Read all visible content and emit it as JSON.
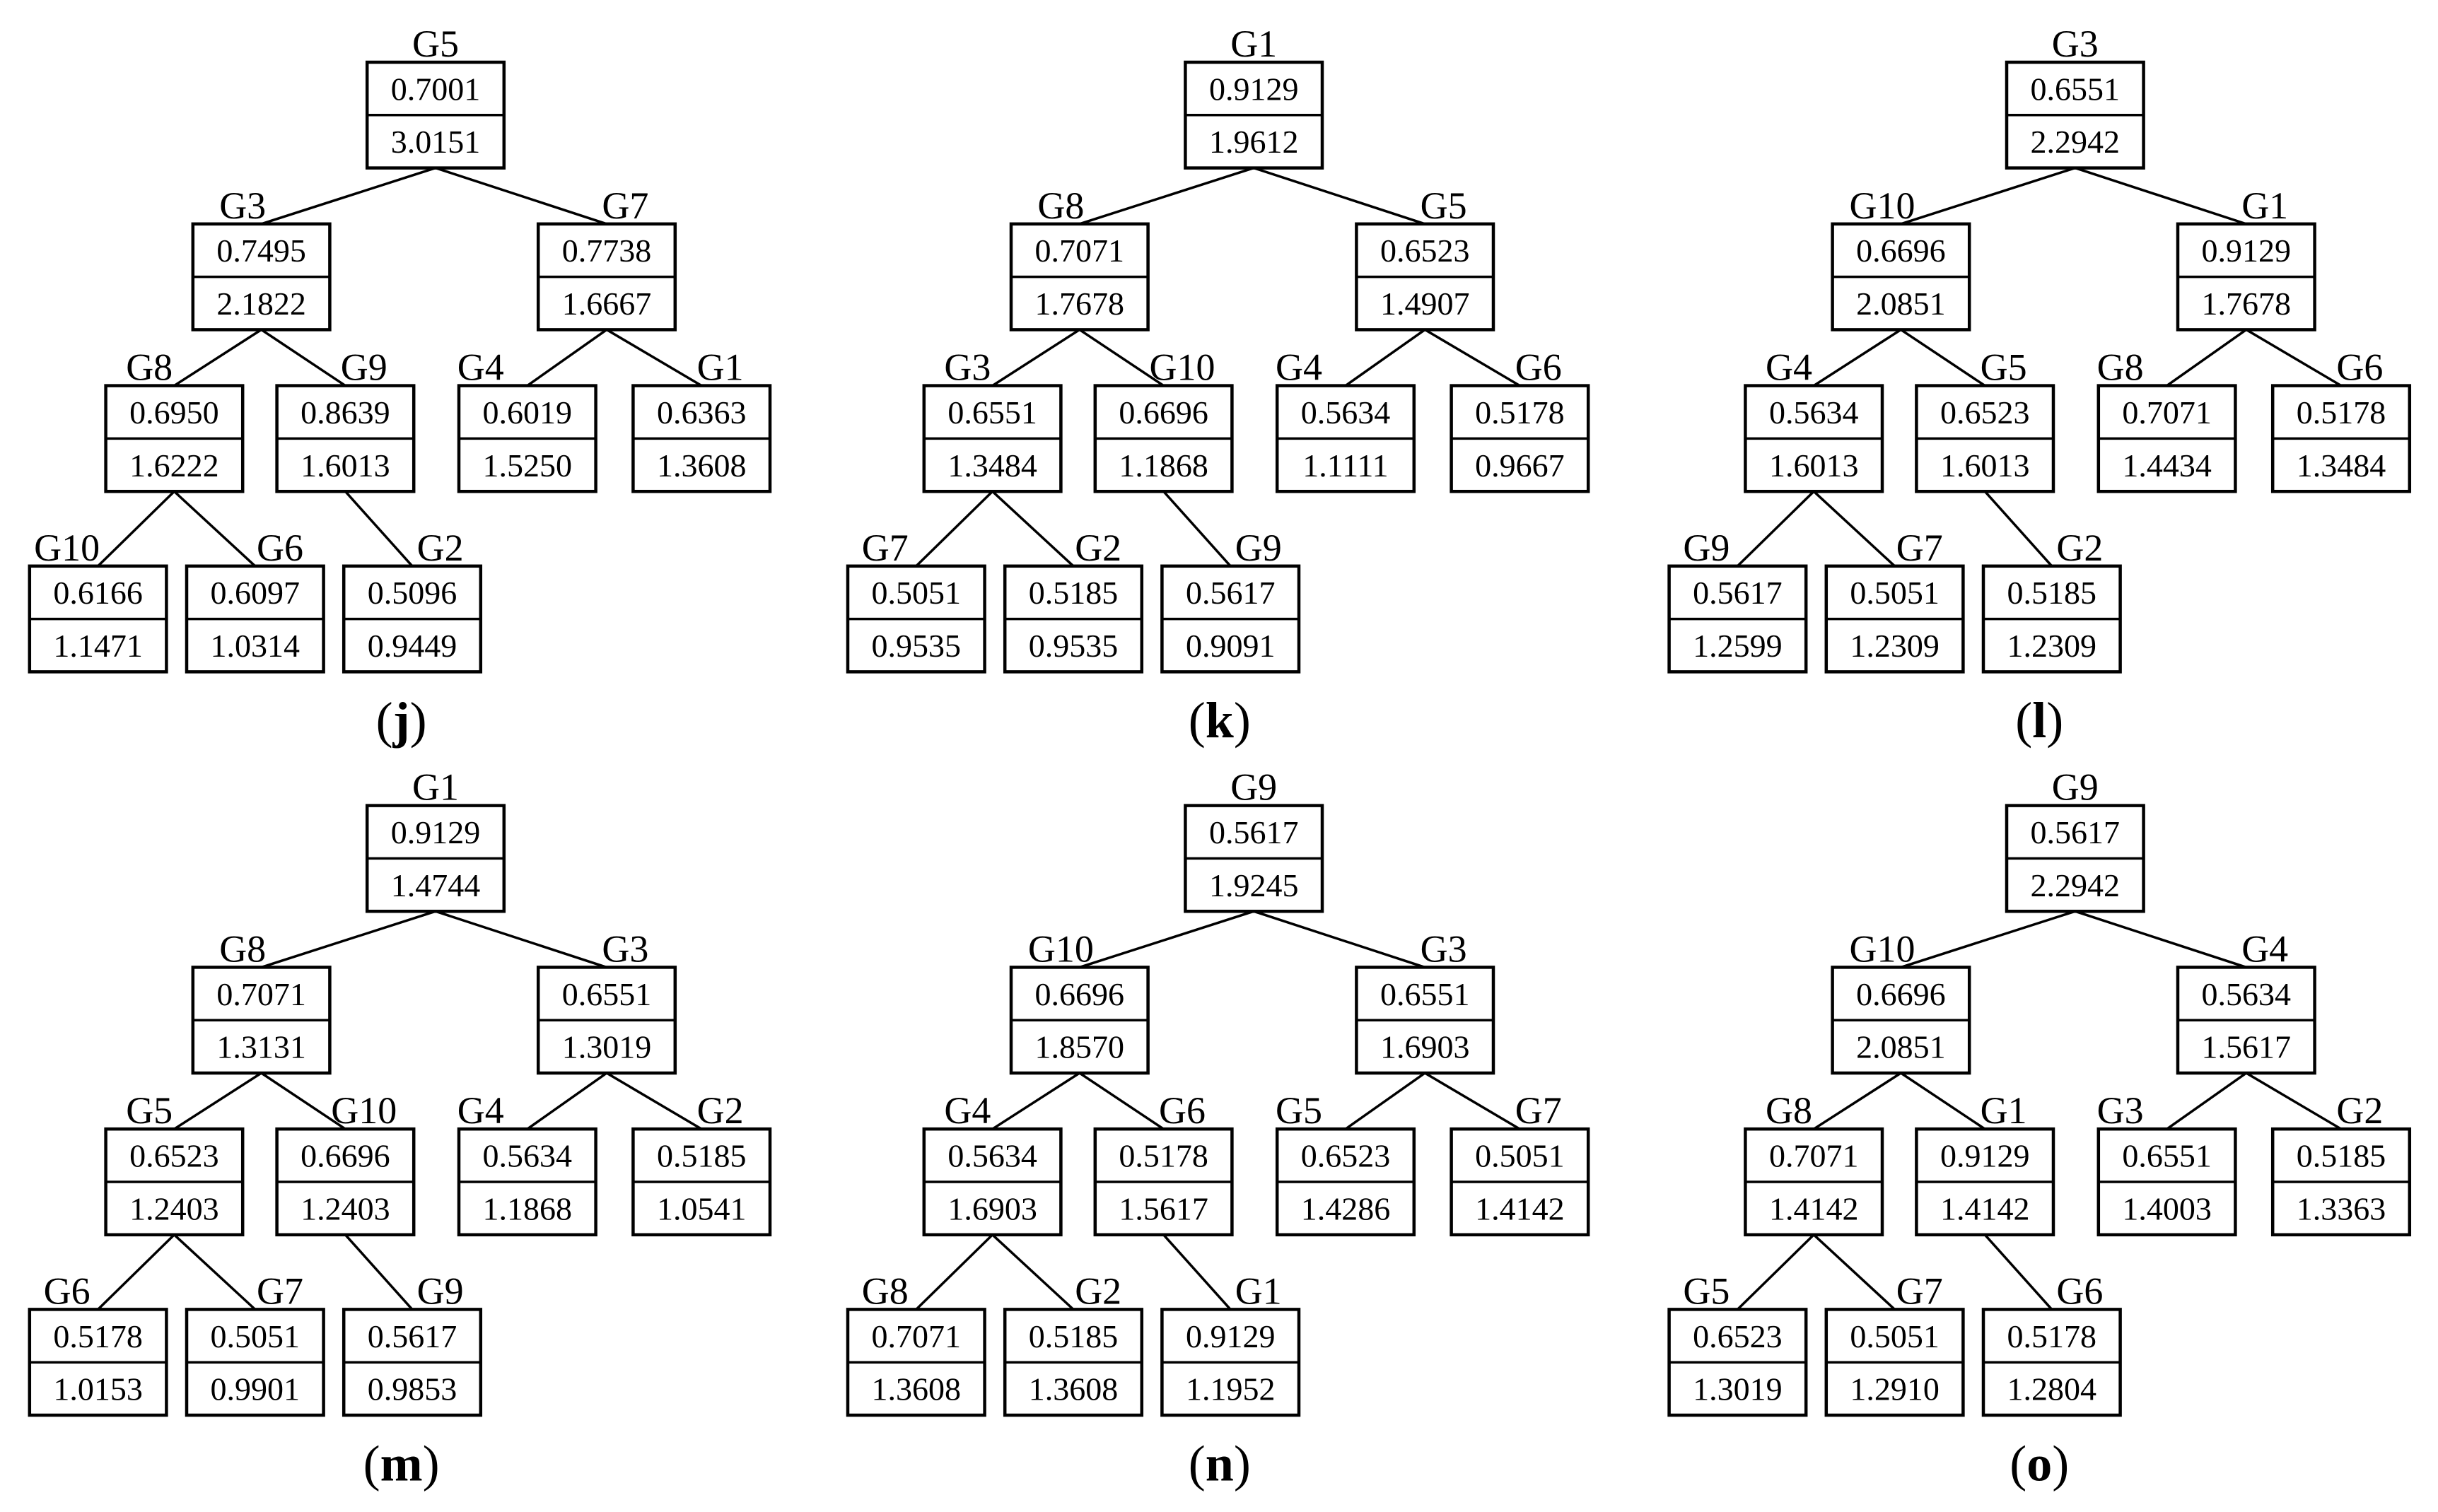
{
  "panels": [
    {
      "caption": "j",
      "nodes": [
        {
          "id": "n0",
          "label": "G5",
          "top": "0.7001",
          "bottom": "3.0151"
        },
        {
          "id": "n1",
          "label": "G3",
          "top": "0.7495",
          "bottom": "2.1822"
        },
        {
          "id": "n2",
          "label": "G7",
          "top": "0.7738",
          "bottom": "1.6667"
        },
        {
          "id": "n3",
          "label": "G8",
          "top": "0.6950",
          "bottom": "1.6222"
        },
        {
          "id": "n4",
          "label": "G9",
          "top": "0.8639",
          "bottom": "1.6013"
        },
        {
          "id": "n5",
          "label": "G4",
          "top": "0.6019",
          "bottom": "1.5250"
        },
        {
          "id": "n6",
          "label": "G1",
          "top": "0.6363",
          "bottom": "1.3608"
        },
        {
          "id": "n7",
          "label": "G10",
          "top": "0.6166",
          "bottom": "1.1471"
        },
        {
          "id": "n8",
          "label": "G6",
          "top": "0.6097",
          "bottom": "1.0314"
        },
        {
          "id": "n9",
          "label": "G2",
          "top": "0.5096",
          "bottom": "0.9449"
        }
      ]
    },
    {
      "caption": "k",
      "nodes": [
        {
          "id": "n0",
          "label": "G1",
          "top": "0.9129",
          "bottom": "1.9612"
        },
        {
          "id": "n1",
          "label": "G8",
          "top": "0.7071",
          "bottom": "1.7678"
        },
        {
          "id": "n2",
          "label": "G5",
          "top": "0.6523",
          "bottom": "1.4907"
        },
        {
          "id": "n3",
          "label": "G3",
          "top": "0.6551",
          "bottom": "1.3484"
        },
        {
          "id": "n4",
          "label": "G10",
          "top": "0.6696",
          "bottom": "1.1868"
        },
        {
          "id": "n5",
          "label": "G4",
          "top": "0.5634",
          "bottom": "1.1111"
        },
        {
          "id": "n6",
          "label": "G6",
          "top": "0.5178",
          "bottom": "0.9667"
        },
        {
          "id": "n7",
          "label": "G7",
          "top": "0.5051",
          "bottom": "0.9535"
        },
        {
          "id": "n8",
          "label": "G2",
          "top": "0.5185",
          "bottom": "0.9535"
        },
        {
          "id": "n9",
          "label": "G9",
          "top": "0.5617",
          "bottom": "0.9091"
        }
      ]
    },
    {
      "caption": "l",
      "nodes": [
        {
          "id": "n0",
          "label": "G3",
          "top": "0.6551",
          "bottom": "2.2942"
        },
        {
          "id": "n1",
          "label": "G10",
          "top": "0.6696",
          "bottom": "2.0851"
        },
        {
          "id": "n2",
          "label": "G1",
          "top": "0.9129",
          "bottom": "1.7678"
        },
        {
          "id": "n3",
          "label": "G4",
          "top": "0.5634",
          "bottom": "1.6013"
        },
        {
          "id": "n4",
          "label": "G5",
          "top": "0.6523",
          "bottom": "1.6013"
        },
        {
          "id": "n5",
          "label": "G8",
          "top": "0.7071",
          "bottom": "1.4434"
        },
        {
          "id": "n6",
          "label": "G6",
          "top": "0.5178",
          "bottom": "1.3484"
        },
        {
          "id": "n7",
          "label": "G9",
          "top": "0.5617",
          "bottom": "1.2599"
        },
        {
          "id": "n8",
          "label": "G7",
          "top": "0.5051",
          "bottom": "1.2309"
        },
        {
          "id": "n9",
          "label": "G2",
          "top": "0.5185",
          "bottom": "1.2309"
        }
      ]
    },
    {
      "caption": "m",
      "nodes": [
        {
          "id": "n0",
          "label": "G1",
          "top": "0.9129",
          "bottom": "1.4744"
        },
        {
          "id": "n1",
          "label": "G8",
          "top": "0.7071",
          "bottom": "1.3131"
        },
        {
          "id": "n2",
          "label": "G3",
          "top": "0.6551",
          "bottom": "1.3019"
        },
        {
          "id": "n3",
          "label": "G5",
          "top": "0.6523",
          "bottom": "1.2403"
        },
        {
          "id": "n4",
          "label": "G10",
          "top": "0.6696",
          "bottom": "1.2403"
        },
        {
          "id": "n5",
          "label": "G4",
          "top": "0.5634",
          "bottom": "1.1868"
        },
        {
          "id": "n6",
          "label": "G2",
          "top": "0.5185",
          "bottom": "1.0541"
        },
        {
          "id": "n7",
          "label": "G6",
          "top": "0.5178",
          "bottom": "1.0153"
        },
        {
          "id": "n8",
          "label": "G7",
          "top": "0.5051",
          "bottom": "0.9901"
        },
        {
          "id": "n9",
          "label": "G9",
          "top": "0.5617",
          "bottom": "0.9853"
        }
      ]
    },
    {
      "caption": "n",
      "nodes": [
        {
          "id": "n0",
          "label": "G9",
          "top": "0.5617",
          "bottom": "1.9245"
        },
        {
          "id": "n1",
          "label": "G10",
          "top": "0.6696",
          "bottom": "1.8570"
        },
        {
          "id": "n2",
          "label": "G3",
          "top": "0.6551",
          "bottom": "1.6903"
        },
        {
          "id": "n3",
          "label": "G4",
          "top": "0.5634",
          "bottom": "1.6903"
        },
        {
          "id": "n4",
          "label": "G6",
          "top": "0.5178",
          "bottom": "1.5617"
        },
        {
          "id": "n5",
          "label": "G5",
          "top": "0.6523",
          "bottom": "1.4286"
        },
        {
          "id": "n6",
          "label": "G7",
          "top": "0.5051",
          "bottom": "1.4142"
        },
        {
          "id": "n7",
          "label": "G8",
          "top": "0.7071",
          "bottom": "1.3608"
        },
        {
          "id": "n8",
          "label": "G2",
          "top": "0.5185",
          "bottom": "1.3608"
        },
        {
          "id": "n9",
          "label": "G1",
          "top": "0.9129",
          "bottom": "1.1952"
        }
      ]
    },
    {
      "caption": "o",
      "nodes": [
        {
          "id": "n0",
          "label": "G9",
          "top": "0.5617",
          "bottom": "2.2942"
        },
        {
          "id": "n1",
          "label": "G10",
          "top": "0.6696",
          "bottom": "2.0851"
        },
        {
          "id": "n2",
          "label": "G4",
          "top": "0.5634",
          "bottom": "1.5617"
        },
        {
          "id": "n3",
          "label": "G8",
          "top": "0.7071",
          "bottom": "1.4142"
        },
        {
          "id": "n4",
          "label": "G1",
          "top": "0.9129",
          "bottom": "1.4142"
        },
        {
          "id": "n5",
          "label": "G3",
          "top": "0.6551",
          "bottom": "1.4003"
        },
        {
          "id": "n6",
          "label": "G2",
          "top": "0.5185",
          "bottom": "1.3363"
        },
        {
          "id": "n7",
          "label": "G5",
          "top": "0.6523",
          "bottom": "1.3019"
        },
        {
          "id": "n8",
          "label": "G7",
          "top": "0.5051",
          "bottom": "1.2910"
        },
        {
          "id": "n9",
          "label": "G6",
          "top": "0.5178",
          "bottom": "1.2804"
        }
      ]
    }
  ],
  "tree_edges": [
    [
      "n0",
      "n1"
    ],
    [
      "n0",
      "n2"
    ],
    [
      "n1",
      "n3"
    ],
    [
      "n1",
      "n4"
    ],
    [
      "n2",
      "n5"
    ],
    [
      "n2",
      "n6"
    ],
    [
      "n3",
      "n7"
    ],
    [
      "n3",
      "n8"
    ],
    [
      "n4",
      "n9"
    ]
  ]
}
